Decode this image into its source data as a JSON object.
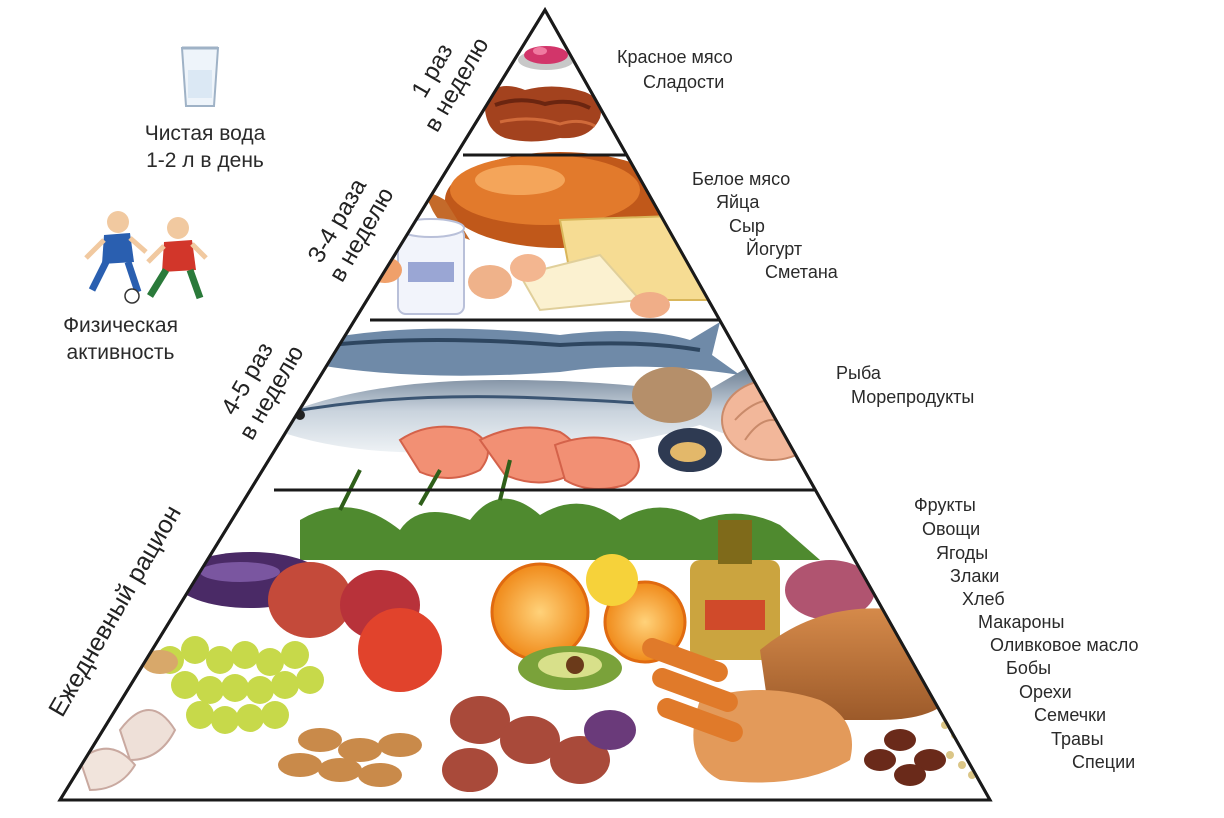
{
  "pyramid": {
    "tiers": [
      {
        "id": "top",
        "frequency_lines": [
          "1 раз",
          "в неделю"
        ],
        "foods": [
          "Красное мясо",
          "Сладости"
        ]
      },
      {
        "id": "upper",
        "frequency_lines": [
          "3-4 раза",
          "в неделю"
        ],
        "foods": [
          "Белое мясо",
          "Яйца",
          "Сыр",
          "Йогурт",
          "Сметана"
        ]
      },
      {
        "id": "middle",
        "frequency_lines": [
          "4-5 раз",
          "в неделю"
        ],
        "foods": [
          "Рыба",
          "Морепродукты"
        ]
      },
      {
        "id": "base",
        "frequency_lines": [
          "Ежедневный рацион"
        ],
        "foods": [
          "Фрукты",
          "Овощи",
          "Ягоды",
          "Злаки",
          "Хлеб",
          "Макароны",
          "Оливковое масло",
          "Бобы",
          "Орехи",
          "Семечки",
          "Травы",
          "Специи"
        ]
      }
    ]
  },
  "side": {
    "water": {
      "line1": "Чистая вода",
      "line2": "1-2 л в день",
      "icon": "water-glass-icon"
    },
    "activity": {
      "line1": "Физическая",
      "line2": "активность",
      "icon": "soccer-players-icon"
    }
  },
  "colors": {
    "outline": "#1a1a1a",
    "text": "#2a2a2a"
  }
}
